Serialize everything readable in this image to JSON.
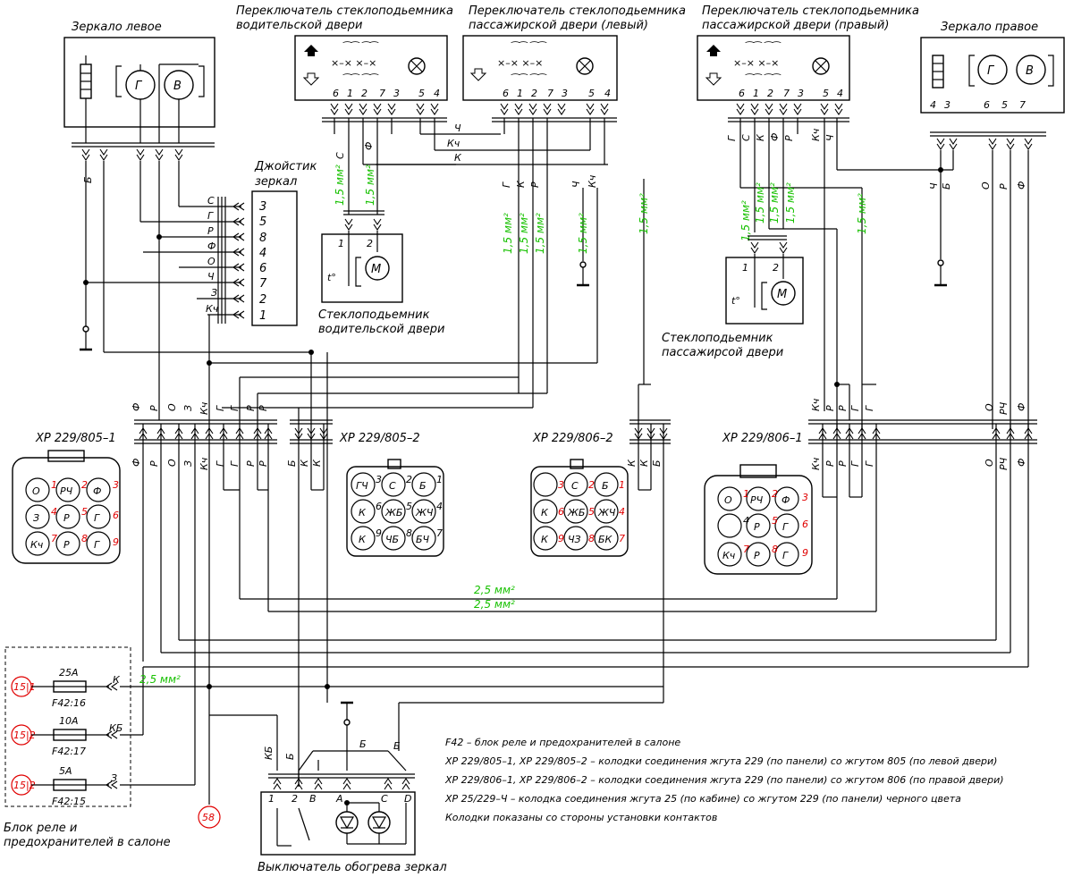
{
  "titles": {
    "mirror_left": "Зеркало левое",
    "mirror_right": "Зеркало правое",
    "sw_driver_1": "Переключатель стеклоподьемника",
    "sw_driver_2": "водительской двери",
    "sw_pass_left_1": "Переключатель стеклоподьемника",
    "sw_pass_left_2": "пассажирской двери (левый)",
    "sw_pass_right_1": "Переключатель стеклоподьемника",
    "sw_pass_right_2": "пассажирской двери (правый)",
    "joystick_1": "Джойстик",
    "joystick_2": "зеркал",
    "motor_driver_1": "Стеклоподьемник",
    "motor_driver_2": "водительской двери",
    "motor_pass_1": "Стеклоподьемник",
    "motor_pass_2": "пассажирсой двери",
    "heater_switch": "Выключатель обогрева зеркал",
    "fuse_block_1": "Блок реле и",
    "fuse_block_2": "предохранителей в салоне"
  },
  "symbols": {
    "g": "Г",
    "v": "В",
    "m": "М",
    "t": "t°"
  },
  "connectors": {
    "c805_1": "XP 229/805–1",
    "c805_2": "XP 229/805–2",
    "c806_2": "XP 229/806–2",
    "c806_1": "XP 229/806–1"
  },
  "wire_labels": {
    "B": "Б",
    "S": "С",
    "F": "Ф",
    "Ch": "Ч",
    "Kch": "Кч",
    "K": "К",
    "G": "Г",
    "R": "Р",
    "O": "О",
    "Z": "З",
    "RCh": "РЧ",
    "KB": "КБ"
  },
  "switch_pins": [
    "6",
    "1",
    "2",
    "7",
    "3",
    "5",
    "4"
  ],
  "mirror_right_pins": [
    "4",
    "3",
    "6",
    "5",
    "7"
  ],
  "joystick_pins": [
    "3",
    "5",
    "8",
    "4",
    "6",
    "7",
    "2",
    "1"
  ],
  "joystick_wires": [
    "С",
    "Г",
    "Р",
    "Ф",
    "О",
    "Ч",
    "З",
    "Кч"
  ],
  "motor_pins": [
    "1",
    "2"
  ],
  "cross_sections": {
    "mm15": "1,5 мм²",
    "mm25": "2,5 мм²"
  },
  "plug_805_1": {
    "cells": [
      "О",
      "РЧ",
      "Ф",
      "З",
      "Р",
      "Г",
      "Кч",
      "Р",
      "Г"
    ],
    "nums": [
      "1",
      "2",
      "3",
      "4",
      "5",
      "6",
      "7",
      "8",
      "9"
    ]
  },
  "plug_805_2": {
    "cells": [
      "ГЧ",
      "С",
      "Б",
      "К",
      "ЖБ",
      "ЖЧ",
      "К",
      "ЧБ",
      "БЧ"
    ],
    "nums": [
      "3",
      "2",
      "1",
      "6",
      "5",
      "4",
      "9",
      "8",
      "7"
    ]
  },
  "plug_806_2": {
    "cells": [
      "",
      "С",
      "Б",
      "К",
      "ЖБ",
      "ЖЧ",
      "К",
      "ЧЗ",
      "БК"
    ],
    "nums": [
      "3",
      "2",
      "1",
      "6",
      "5",
      "4",
      "9",
      "8",
      "7"
    ]
  },
  "plug_806_1": {
    "cells": [
      "О",
      "РЧ",
      "Ф",
      "",
      "Р",
      "Г",
      "Кч",
      "Р",
      "Г"
    ],
    "nums": [
      "1",
      "2",
      "3",
      "4",
      "5",
      "6",
      "7",
      "8",
      "9"
    ]
  },
  "fuses": [
    {
      "ref": "15|1",
      "rating": "25А",
      "name": "F42:16",
      "wire": "К"
    },
    {
      "ref": "15|2",
      "rating": "10А",
      "name": "F42:17",
      "wire": "КБ"
    },
    {
      "ref": "15|2",
      "rating": "5А",
      "name": "F42:15",
      "wire": "З"
    }
  ],
  "ref58": "58",
  "heater_pins": [
    "1",
    "2",
    "B",
    "A",
    "C",
    "D"
  ],
  "heater_wires": [
    "КБ",
    "Б",
    "Б",
    "Б"
  ],
  "notes": [
    "F42 – блок реле и предохранителей в салоне",
    "XP 229/805–1, XP 229/805–2 – колодки соединения жгута 229 (по панели) со жгутом 805 (по левой двери)",
    "XP 229/806–1, XP 229/806–2 – колодки соединения жгута 229 (по панели) со жгутом 806 (по правой двери)",
    "XP 25/229–Ч – колодка соединения жгута 25 (по кабине) со жгутом 229 (по панели) черного цвета",
    "Колодки показаны со стороны установки контактов"
  ]
}
